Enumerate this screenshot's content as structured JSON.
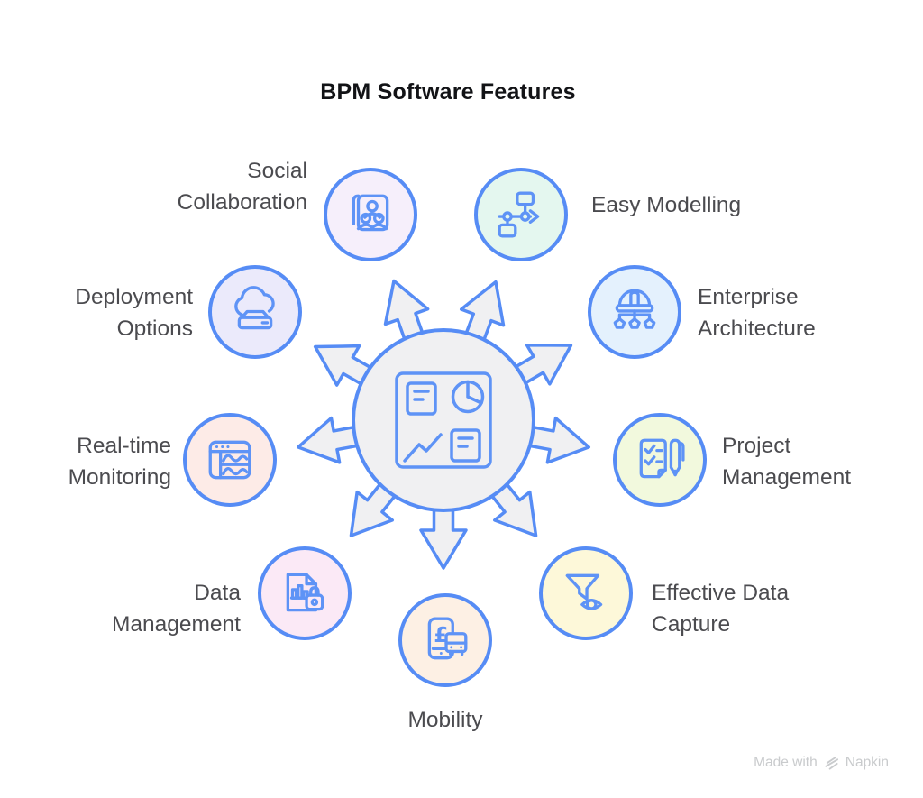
{
  "title": "BPM Software Features",
  "watermark": {
    "text": "Made with",
    "brand": "Napkin"
  },
  "colors": {
    "accent": "#568cf5",
    "icon_stroke": "#5e93f6",
    "hub_fill": "#f0f0f2",
    "label_text": "#4b4b4f",
    "title_text": "#121316",
    "watermark_text": "#c9cbcd"
  },
  "hub": {
    "icon": "dashboard-charts-icon",
    "arrow_count": 9
  },
  "nodes": [
    {
      "id": "social-collaboration",
      "lines": [
        "Social",
        "Collaboration"
      ],
      "icon": "people-book-icon",
      "fill": "#f6effb"
    },
    {
      "id": "easy-modelling",
      "lines": [
        "Easy Modelling"
      ],
      "icon": "flowchart-icon",
      "fill": "#e4f7ef"
    },
    {
      "id": "enterprise-architecture",
      "lines": [
        "Enterprise",
        "Architecture"
      ],
      "icon": "hardhat-hierarchy-icon",
      "fill": "#e4f1fd"
    },
    {
      "id": "project-management",
      "lines": [
        "Project",
        "Management"
      ],
      "icon": "checklist-pen-icon",
      "fill": "#f2f9dd"
    },
    {
      "id": "effective-data-capture",
      "lines": [
        "Effective Data",
        "Capture"
      ],
      "icon": "funnel-eye-icon",
      "fill": "#fdf8d9"
    },
    {
      "id": "mobility",
      "lines": [
        "Mobility"
      ],
      "icon": "phone-currency-icon",
      "fill": "#fdf0e4"
    },
    {
      "id": "data-management",
      "lines": [
        "Data",
        "Management"
      ],
      "icon": "document-lock-icon",
      "fill": "#fbe9f6"
    },
    {
      "id": "real-time-monitoring",
      "lines": [
        "Real-time",
        "Monitoring"
      ],
      "icon": "window-waves-icon",
      "fill": "#fdebe7"
    },
    {
      "id": "deployment-options",
      "lines": [
        "Deployment",
        "Options"
      ],
      "icon": "cloud-storage-icon",
      "fill": "#ebeafb"
    }
  ]
}
